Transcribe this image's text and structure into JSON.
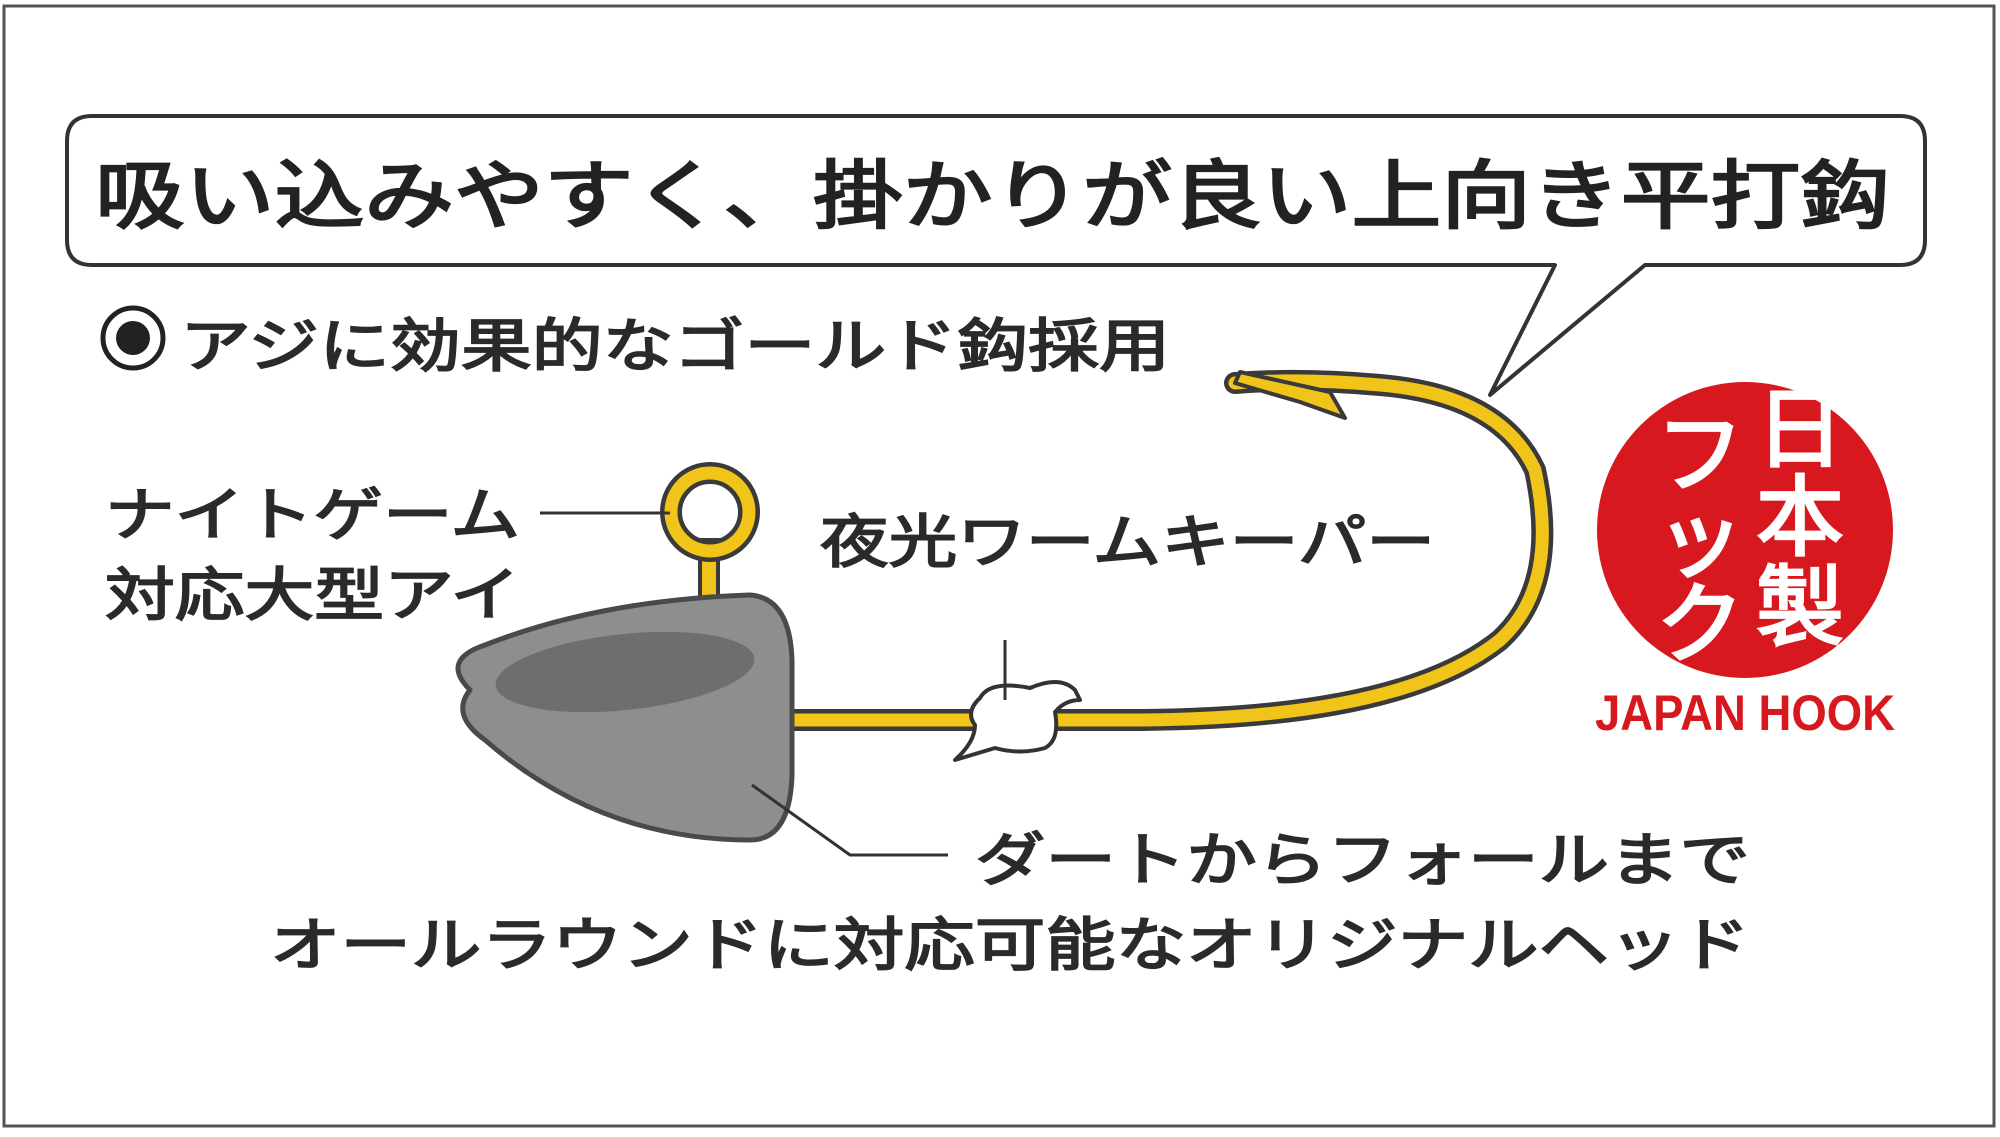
{
  "callout": {
    "headline": "吸い込みやすく、掛かりが良い上向き平打鈎"
  },
  "feature_note": {
    "bullet_symbol": "◉",
    "text": "アジに効果的なゴールド鈎採用"
  },
  "labels": {
    "eye_line1": "ナイトゲーム",
    "eye_line2": "対応大型アイ",
    "keeper": "夜光ワームキーパー",
    "head_line1": "ダートからフォールまで",
    "head_line2": "オールラウンドに対応可能なオリジナルヘッド"
  },
  "stamp": {
    "vertical_left": [
      "フ",
      "ッ",
      "ク"
    ],
    "vertical_right": [
      "日",
      "本",
      "製"
    ],
    "caption": "JAPAN HOOK"
  },
  "colors": {
    "hook_gold": "#f0c419",
    "hook_outline": "#3a3a3a",
    "jighead_gray": "#8e8e8e",
    "jighead_dark": "#6e6e6e",
    "stamp_red": "#d7191f",
    "frame": "#555555",
    "text": "#222222"
  }
}
